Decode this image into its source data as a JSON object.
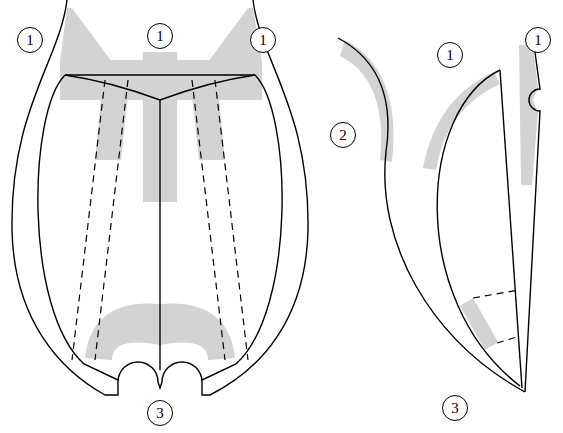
{
  "diagram": {
    "labels": [
      "1",
      "1",
      "1",
      "1",
      "1",
      "2",
      "3",
      "3"
    ]
  }
}
